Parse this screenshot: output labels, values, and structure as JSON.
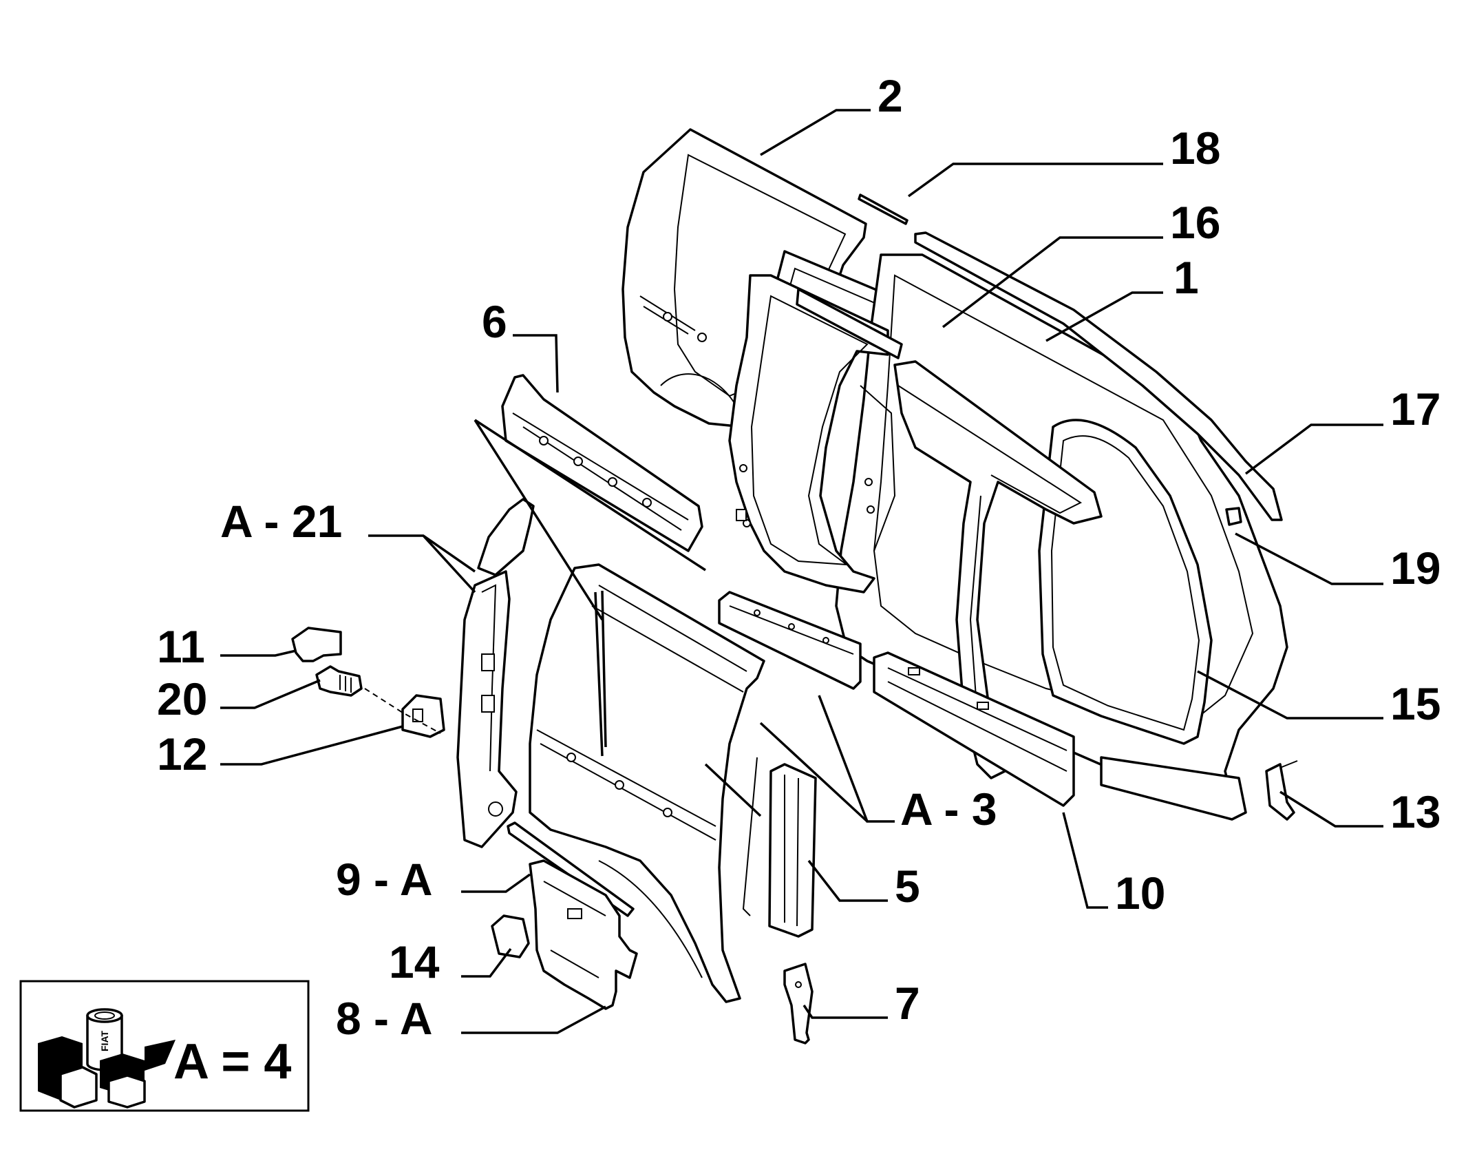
{
  "diagram": {
    "callouts": [
      {
        "id": "c2",
        "text": "2"
      },
      {
        "id": "c18",
        "text": "18"
      },
      {
        "id": "c16",
        "text": "16"
      },
      {
        "id": "c1",
        "text": "1"
      },
      {
        "id": "c6",
        "text": "6"
      },
      {
        "id": "c17",
        "text": "17"
      },
      {
        "id": "cA21",
        "text": "A - 21"
      },
      {
        "id": "c19",
        "text": "19"
      },
      {
        "id": "c11",
        "text": "11"
      },
      {
        "id": "c20",
        "text": "20"
      },
      {
        "id": "c15",
        "text": "15"
      },
      {
        "id": "c12",
        "text": "12"
      },
      {
        "id": "cA3",
        "text": "A - 3"
      },
      {
        "id": "c13",
        "text": "13"
      },
      {
        "id": "c5",
        "text": "5"
      },
      {
        "id": "c10",
        "text": "10"
      },
      {
        "id": "c9A",
        "text": "9 - A"
      },
      {
        "id": "c14",
        "text": "14"
      },
      {
        "id": "c7",
        "text": "7"
      },
      {
        "id": "c8A",
        "text": "8 - A"
      }
    ],
    "legend": {
      "text": "A = 4",
      "logo_text": "FIAT"
    }
  }
}
